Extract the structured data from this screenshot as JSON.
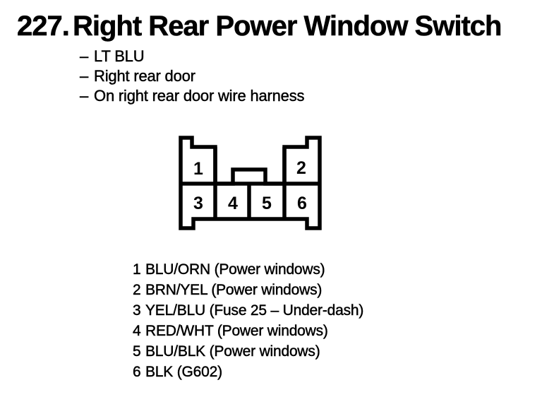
{
  "page": {
    "background_color": "#ffffff",
    "ink_color": "#000000"
  },
  "header": {
    "number": "227.",
    "title": "Right Rear Power Window Switch"
  },
  "details": {
    "bullet": "–",
    "items": [
      "LT BLU",
      "Right rear door",
      "On right rear door wire harness"
    ]
  },
  "connector": {
    "description": "6-cavity connector face view, two rows, notched outer corners, center key tab",
    "pins": [
      "1",
      "2",
      "3",
      "4",
      "5",
      "6"
    ]
  },
  "legend": {
    "rows": [
      {
        "pin": "1",
        "label": "BLU/ORN (Power windows)"
      },
      {
        "pin": "2",
        "label": "BRN/YEL (Power windows)"
      },
      {
        "pin": "3",
        "label": "YEL/BLU (Fuse 25 – Under-dash)"
      },
      {
        "pin": "4",
        "label": "RED/WHT (Power windows)"
      },
      {
        "pin": "5",
        "label": "BLU/BLK (Power windows)"
      },
      {
        "pin": "6",
        "label": "BLK (G602)"
      }
    ]
  }
}
